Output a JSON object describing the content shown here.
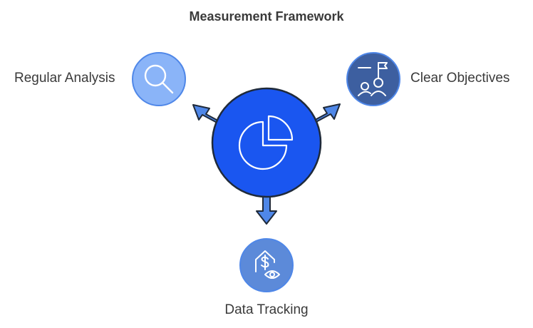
{
  "title": "Measurement Framework",
  "nodes": {
    "left": {
      "label": "Regular Analysis",
      "icon": "magnifier-icon",
      "color": "#8ab4f8"
    },
    "right": {
      "label": "Clear Objectives",
      "icon": "team-goal-flag-icon",
      "color": "#3d5fa0"
    },
    "bottom": {
      "label": "Data Tracking",
      "icon": "house-dollar-eye-icon",
      "color": "#5c8ad9"
    }
  },
  "center": {
    "icon": "pie-chart-icon",
    "color": "#1a56f0"
  },
  "colors": {
    "arrow": "#4f87e8",
    "stroke": "#1f2a3a"
  }
}
